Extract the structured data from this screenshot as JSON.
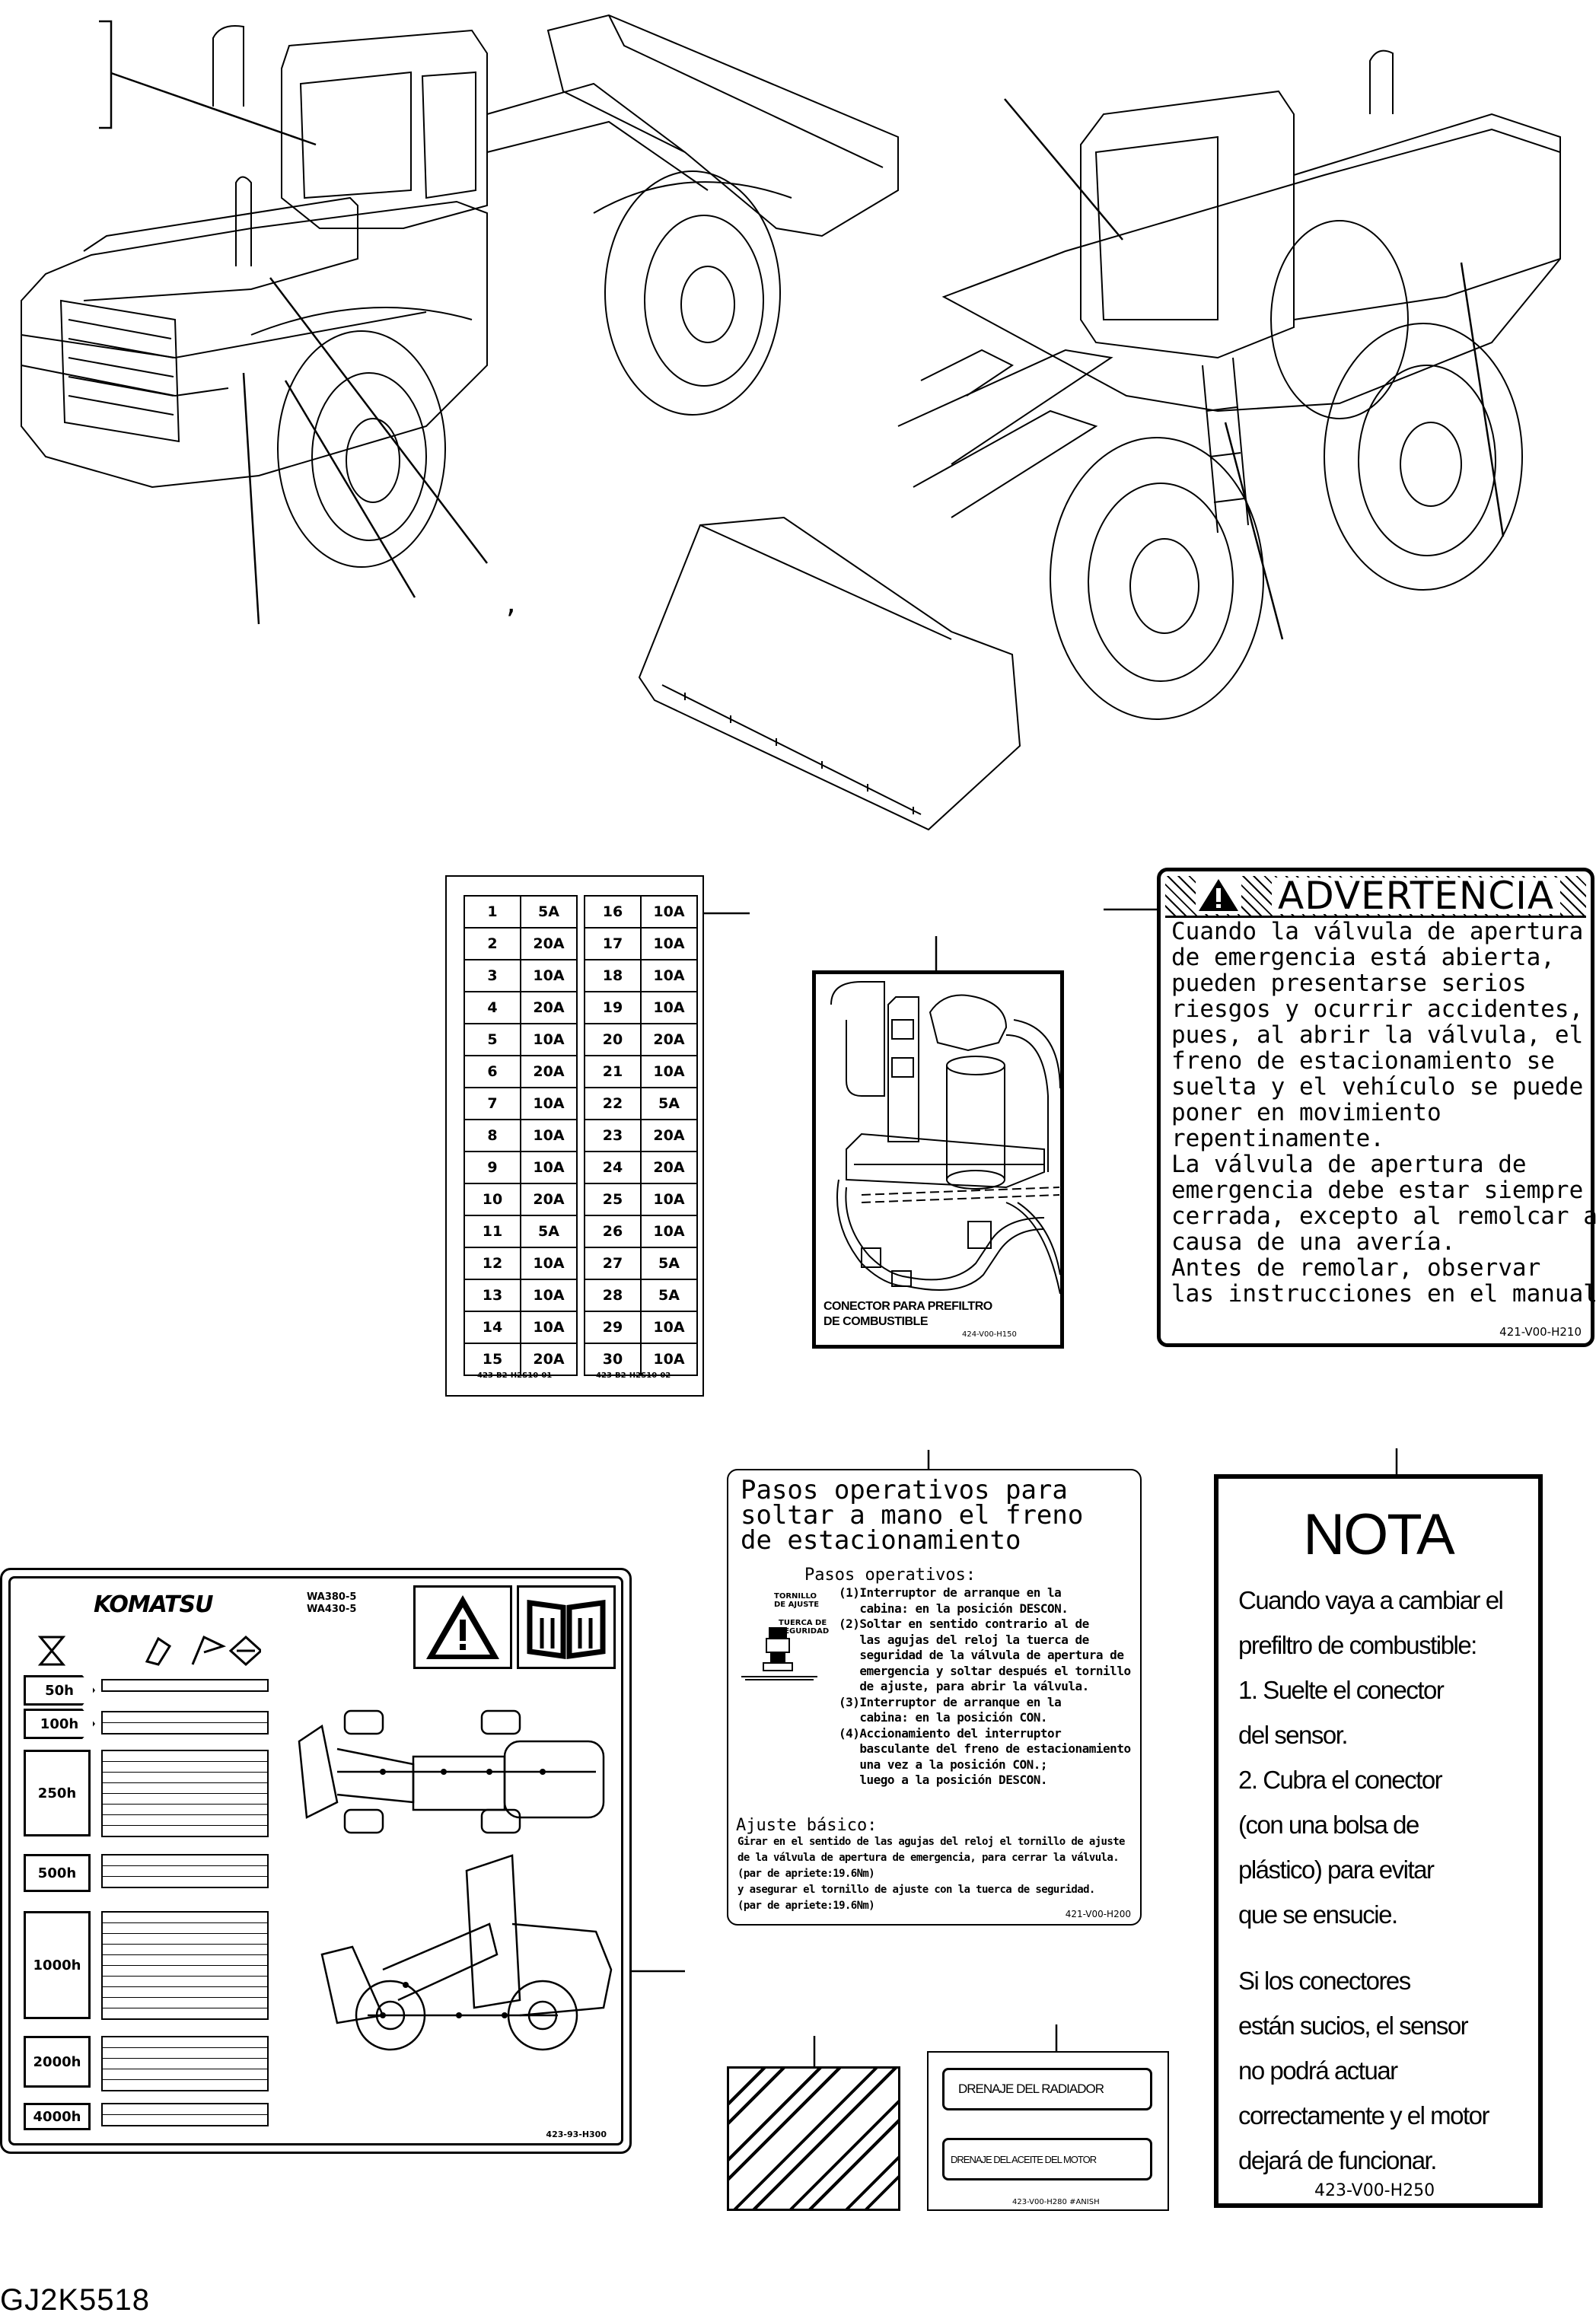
{
  "fuse_label": {
    "left_column": [
      [
        "1",
        "5A"
      ],
      [
        "2",
        "20A"
      ],
      [
        "3",
        "10A"
      ],
      [
        "4",
        "20A"
      ],
      [
        "5",
        "10A"
      ],
      [
        "6",
        "20A"
      ],
      [
        "7",
        "10A"
      ],
      [
        "8",
        "10A"
      ],
      [
        "9",
        "10A"
      ],
      [
        "10",
        "20A"
      ],
      [
        "11",
        "5A"
      ],
      [
        "12",
        "10A"
      ],
      [
        "13",
        "10A"
      ],
      [
        "14",
        "10A"
      ],
      [
        "15",
        "20A"
      ]
    ],
    "right_column": [
      [
        "16",
        "10A"
      ],
      [
        "17",
        "10A"
      ],
      [
        "18",
        "10A"
      ],
      [
        "19",
        "10A"
      ],
      [
        "20",
        "20A"
      ],
      [
        "21",
        "10A"
      ],
      [
        "22",
        "5A"
      ],
      [
        "23",
        "20A"
      ],
      [
        "24",
        "20A"
      ],
      [
        "25",
        "10A"
      ],
      [
        "26",
        "10A"
      ],
      [
        "27",
        "5A"
      ],
      [
        "28",
        "5A"
      ],
      [
        "29",
        "10A"
      ],
      [
        "30",
        "10A"
      ]
    ]
  },
  "connector_label": {
    "caption_line1": "CONECTOR PARA PREFILTRO",
    "caption_line2": "DE COMBUSTIBLE",
    "part_number": "424-V00-H150"
  },
  "advertencia_label": {
    "title": "ADVERTENCIA",
    "body": "Cuando la válvula de apertura\nde emergencia está abierta,\npueden presentarse serios\nriesgos y ocurrir accidentes,\npues, al abrir la válvula, el\nfreno de estacionamiento se\nsuelta y el vehículo se puede\nponer en movimiento\nrepentinamente.\nLa válvula de apertura de\nemergencia debe estar siempre\ncerrada, excepto al remolcar a\ncausa de una avería.\nAntes de remolar, observar\nlas instrucciones en el manual!",
    "part_number": "421-V00-H210"
  },
  "pasos_label": {
    "title": "Pasos operativos para\nsoltar a mano el freno\nde estacionamiento",
    "subtitle": "Pasos operativos:",
    "steps": "(1)Interruptor de arranque en la\n   cabina: en la posición DESCON.\n(2)Soltar en sentido contrario al de\n   las agujas del reloj la tuerca de\n   seguridad de la válvula de apertura de\n   emergencia y soltar después el tornillo\n   de ajuste, para abrir la válvula.\n(3)Interruptor de arranque en la\n   cabina: en la posición CON.\n(4)Accionamiento del interruptor\n   basculante del freno de estacionamiento\n   una vez a la posición CON.;\n   luego a la posición DESCON.",
    "fig_label_1": "TORNILLO\nDE AJUSTE",
    "fig_label_2": "TUERCA DE\nSEGURIDAD",
    "ajuste_title": "Ajuste básico:",
    "ajuste_body": "Girar en el sentido de las agujas del reloj el tornillo de ajuste\nde la válvula de apertura de emergencia, para cerrar la válvula.\n(par de apriete:19.6Nm)\ny asegurar el tornillo de ajuste con la tuerca de seguridad.\n(par de apriete:19.6Nm)",
    "part_number": "421-V00-H200"
  },
  "nota_label": {
    "title": "NOTA",
    "body_1": "Cuando vaya a cambiar el\nprefiltro de combustible:\n1. Suelte el conector\ndel sensor.\n2. Cubra el conector\n(con una bolsa de\nplástico) para evitar\nque se ensucie.",
    "body_2": "Si los conectores\nestán sucios, el sensor\nno podrá actuar\ncorrectamente y el motor\ndejará de funcionar.",
    "part_number": "423-V00-H250"
  },
  "drain_label": {
    "radiator": "DRENAJE DEL RADIADOR",
    "engine_oil": "DRENAJE DEL ACEITE DEL MOTOR",
    "part_number": "423-V00-H280 #ANISH"
  },
  "komatsu_label": {
    "brand": "KOMATSU",
    "models": "WA380-5\nWA430-5",
    "intervals": [
      "50h",
      "100h",
      "250h",
      "500h",
      "1000h",
      "2000h",
      "4000h"
    ],
    "part_number": "423-93-H300"
  },
  "figure_id": "GJ2K5518"
}
